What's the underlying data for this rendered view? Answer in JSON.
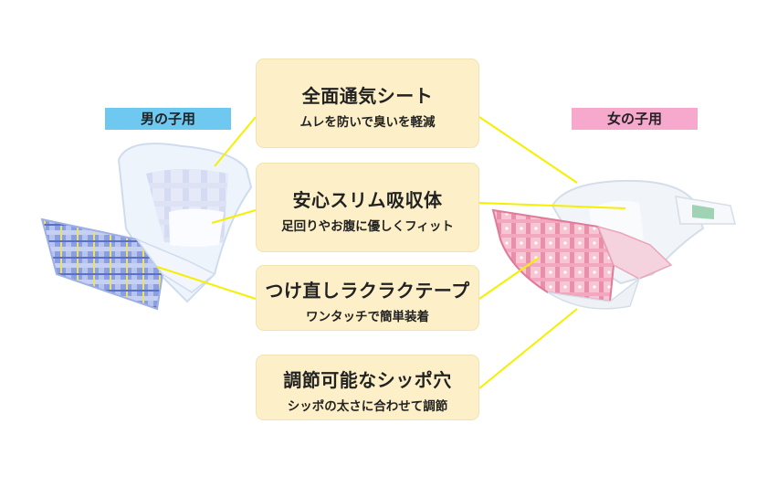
{
  "labels": {
    "boy": "男の子用",
    "girl": "女の子用"
  },
  "features": [
    {
      "title": "全面通気シート",
      "subtitle": "ムレを防いで臭いを軽減"
    },
    {
      "title": "安心スリム吸収体",
      "subtitle": "足回りやお腹に優しくフィット"
    },
    {
      "title": "つけ直しラクラクテープ",
      "subtitle": "ワンタッチで簡単装着"
    },
    {
      "title": "調節可能なシッポ穴",
      "subtitle": "シッポの太さに合わせて調節"
    }
  ],
  "colors": {
    "boy_label": "#6ec8f0",
    "girl_label": "#f7a9cd",
    "card": "#fdf0c8",
    "connector": "#f5f000"
  }
}
